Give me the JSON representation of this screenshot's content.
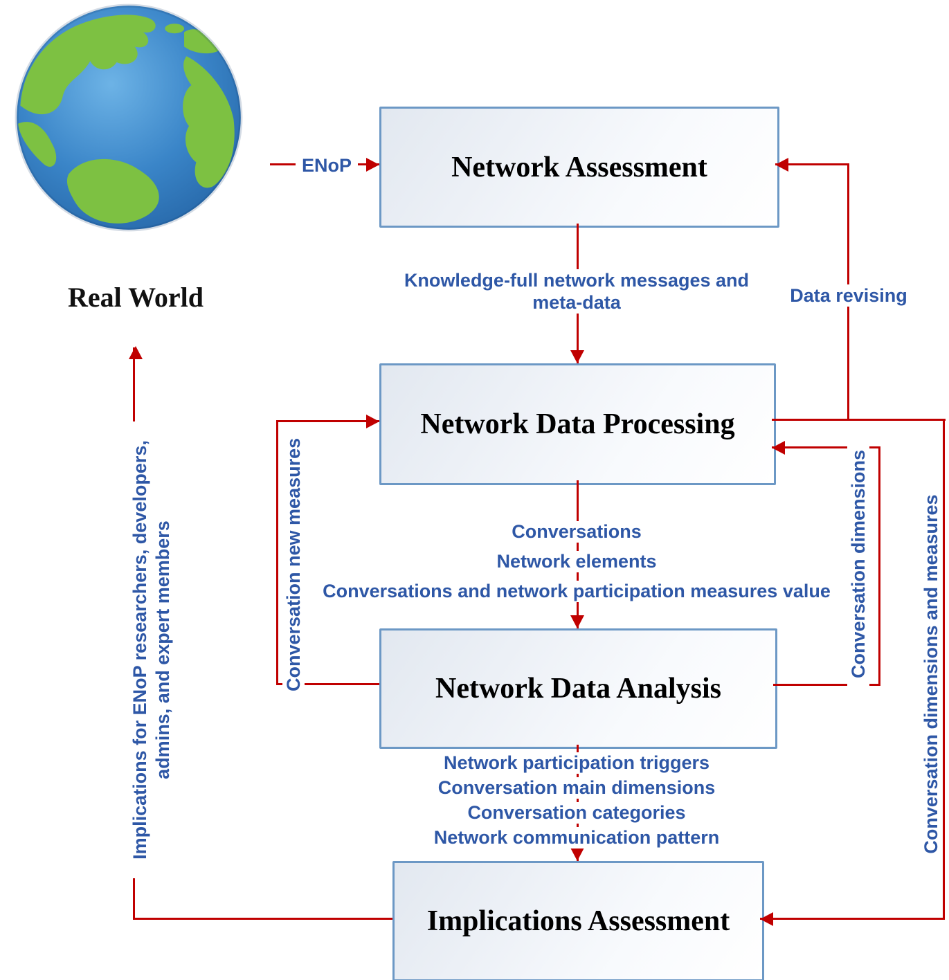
{
  "diagram": {
    "real_world": {
      "label": "Real World"
    },
    "boxes": {
      "network_assessment": "Network Assessment",
      "network_data_processing": "Network Data Processing",
      "network_data_analysis": "Network Data Analysis",
      "implications_assessment": "Implications Assessment"
    },
    "flows": {
      "enop": "ENoP",
      "knowledge_lines": [
        "Knowledge-full network messages and",
        "meta-data"
      ],
      "data_revising": "Data revising",
      "processing_to_analysis": [
        "Conversations",
        "Network elements",
        "Conversations and network participation measures value"
      ],
      "analysis_to_implications": [
        "Network participation triggers",
        "Conversation main dimensions",
        "Conversation categories",
        "Network communication pattern"
      ],
      "conversation_new_measures": "Conversation new measures",
      "conversation_dimensions": "Conversation dimensions",
      "conversation_dimensions_and_measures": "Conversation dimensions and measures",
      "implications_for_lines": [
        "Implications for ENoP researchers, developers,",
        "admins, and expert members"
      ]
    },
    "colors": {
      "arrow_red": "#c00000",
      "label_blue": "#2e57a6",
      "box_border_blue": "#6c98c5",
      "box_fill_light": "#e2e8f0",
      "globe_ocean": "#3a85c8",
      "globe_land": "#7dc142",
      "title_black": "#000000"
    }
  }
}
